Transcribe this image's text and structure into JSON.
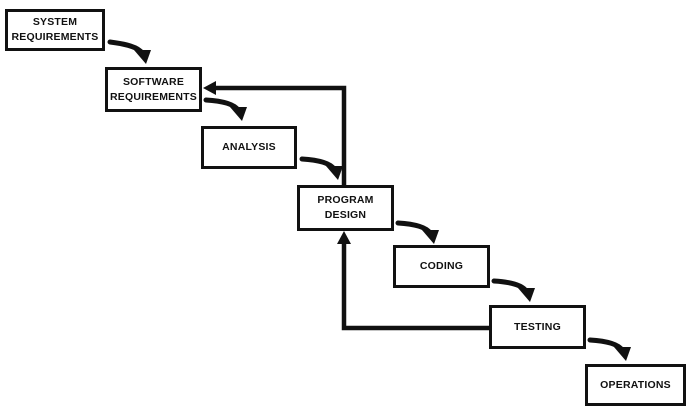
{
  "diagram": {
    "stages": [
      {
        "label": "SYSTEM\nREQUIREMENTS"
      },
      {
        "label": "SOFTWARE\nREQUIREMENTS"
      },
      {
        "label": "ANALYSIS"
      },
      {
        "label": "PROGRAM\nDESIGN"
      },
      {
        "label": "CODING"
      },
      {
        "label": "TESTING"
      },
      {
        "label": "OPERATIONS"
      }
    ],
    "colors": {
      "ink": "#111111",
      "background": "#ffffff"
    },
    "connectors": [
      {
        "from": "SYSTEM REQUIREMENTS",
        "to": "SOFTWARE REQUIREMENTS",
        "style": "curved-arrow"
      },
      {
        "from": "SOFTWARE REQUIREMENTS",
        "to": "ANALYSIS",
        "style": "curved-arrow"
      },
      {
        "from": "ANALYSIS",
        "to": "PROGRAM DESIGN",
        "style": "curved-arrow"
      },
      {
        "from": "PROGRAM DESIGN",
        "to": "CODING",
        "style": "curved-arrow"
      },
      {
        "from": "CODING",
        "to": "TESTING",
        "style": "curved-arrow"
      },
      {
        "from": "TESTING",
        "to": "OPERATIONS",
        "style": "curved-arrow"
      },
      {
        "from": "PROGRAM DESIGN",
        "to": "SOFTWARE REQUIREMENTS",
        "style": "feedback-arrow"
      },
      {
        "from": "TESTING",
        "to": "PROGRAM DESIGN",
        "style": "feedback-arrow"
      }
    ]
  }
}
